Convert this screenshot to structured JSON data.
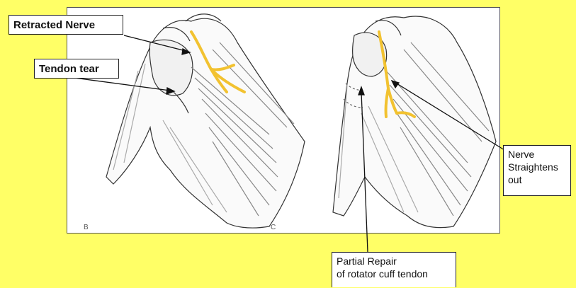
{
  "labels": {
    "retracted_nerve": "Retracted Nerve",
    "tendon_tear": "Tendon tear",
    "nerve_straightens": [
      "Nerve",
      "Straightens",
      "out"
    ],
    "partial_repair": [
      "Partial Repair",
      "of rotator cuff tendon"
    ]
  },
  "panels": {
    "left_letter": "B",
    "right_letter": "C"
  },
  "colors": {
    "background": "#ffff66",
    "nerve": "#f2c230"
  }
}
